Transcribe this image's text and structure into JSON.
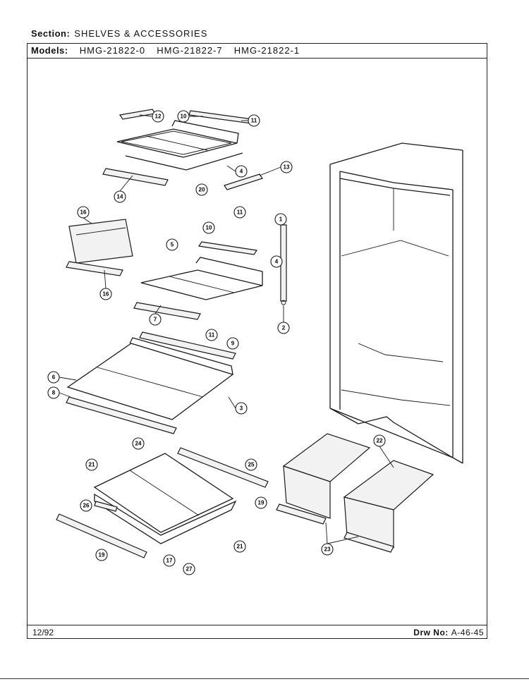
{
  "header": {
    "section_label": "Section:",
    "section_value": "SHELVES & ACCESSORIES",
    "models_label": "Models:",
    "models": [
      "HMG-21822-0",
      "HMG-21822-7",
      "HMG-21822-1"
    ]
  },
  "footer": {
    "date": "12/92",
    "drawing_label": "Drw No:",
    "drawing_number": "A-46-45"
  },
  "callouts": [
    "12",
    "10",
    "11",
    "13",
    "4",
    "20",
    "14",
    "16",
    "5",
    "11",
    "10",
    "1",
    "4",
    "16",
    "7",
    "2",
    "11",
    "9",
    "6",
    "8",
    "3",
    "24",
    "25",
    "21",
    "19",
    "26",
    "17",
    "27",
    "21",
    "19",
    "22",
    "23"
  ]
}
